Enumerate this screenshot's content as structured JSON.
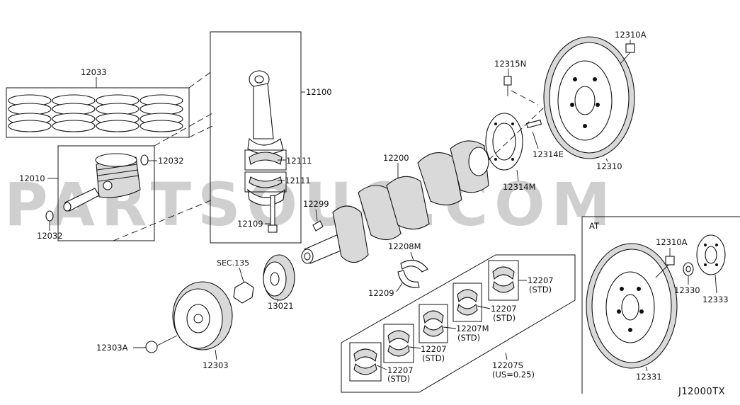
{
  "watermark": "PARTSOUQ.COM",
  "diagram_code": "J12000TX",
  "at_section_label": "AT",
  "labels": {
    "p12033": "12033",
    "p12032_right": "12032",
    "p12010": "12010",
    "p12032_left": "12032",
    "p12100": "12100",
    "p12111_a": "12111",
    "p12111_b": "12111",
    "p12109": "12109",
    "p12299": "12299",
    "p12200": "12200",
    "p12315N": "12315N",
    "p12310A_top": "12310A",
    "p12314E": "12314E",
    "p12314M": "12314M",
    "p12310": "12310",
    "p12208M": "12208M",
    "p12209": "12209",
    "sec135": "SEC.135",
    "p13021": "13021",
    "p12303A": "12303A",
    "p12303": "12303",
    "p12207_1": "12207",
    "p12207_1_std": "(STD)",
    "p12207_2": "12207",
    "p12207_2_std": "(STD)",
    "p12207M": "12207M",
    "p12207M_std": "(STD)",
    "p12207_3": "12207",
    "p12207_3_std": "(STD)",
    "p12207_4": "12207",
    "p12207_4_std": "(STD)",
    "p12207S": "12207S",
    "p12207S_us": "(US=0.25)",
    "p12310A_at": "12310A",
    "p12330": "12330",
    "p12333": "12333",
    "p12331": "12331"
  }
}
